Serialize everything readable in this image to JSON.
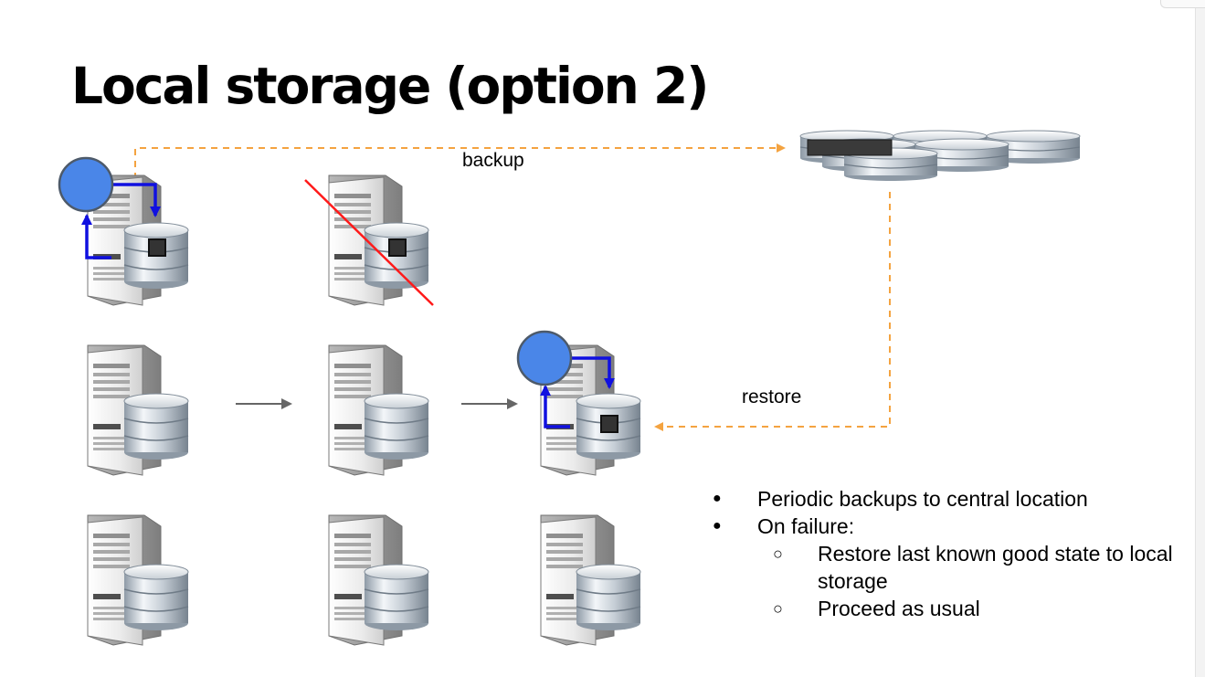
{
  "slide": {
    "title": "Local storage (option 2)"
  },
  "flows": {
    "backup_label": "backup",
    "restore_label": "restore"
  },
  "bullets": [
    {
      "level": 1,
      "text": "Periodic backups to central location"
    },
    {
      "level": 1,
      "text": "On failure:"
    },
    {
      "level": 2,
      "text": "Restore last known good state to local storage"
    },
    {
      "level": 2,
      "text": "Proceed as usual"
    }
  ],
  "colors": {
    "flow_arrow": "#f4a340",
    "process_circle": "#4a86e8",
    "process_arrow": "#1010e0",
    "failure_strike": "#ff1a1a",
    "transition_arrow": "#666666"
  }
}
